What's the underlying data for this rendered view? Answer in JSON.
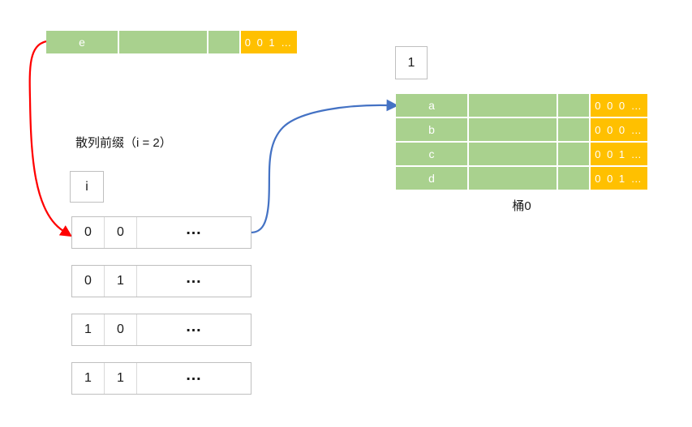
{
  "colors": {
    "cell_green": "#A9D18E",
    "cell_orange": "#FFC000",
    "arrow_red": "#FF0000",
    "arrow_blue": "#4472C4",
    "box_border": "#BFBFBF"
  },
  "record_e": {
    "key": "e",
    "bits": "0 0 1 …"
  },
  "prefix": {
    "title": "散列前缀（i = 2）",
    "i_label": "i",
    "rows": [
      {
        "b0": "0",
        "b1": "0",
        "rest": "…"
      },
      {
        "b0": "0",
        "b1": "1",
        "rest": "…"
      },
      {
        "b0": "1",
        "b1": "0",
        "rest": "…"
      },
      {
        "b0": "1",
        "b1": "1",
        "rest": "…"
      }
    ]
  },
  "bucket": {
    "depth": "1",
    "rows": [
      {
        "key": "a",
        "bits": "0 0 0 …"
      },
      {
        "key": "b",
        "bits": "0 0 0 …"
      },
      {
        "key": "c",
        "bits": "0 0 1 …"
      },
      {
        "key": "d",
        "bits": "0 0 1 …"
      }
    ],
    "label": "桶0"
  }
}
